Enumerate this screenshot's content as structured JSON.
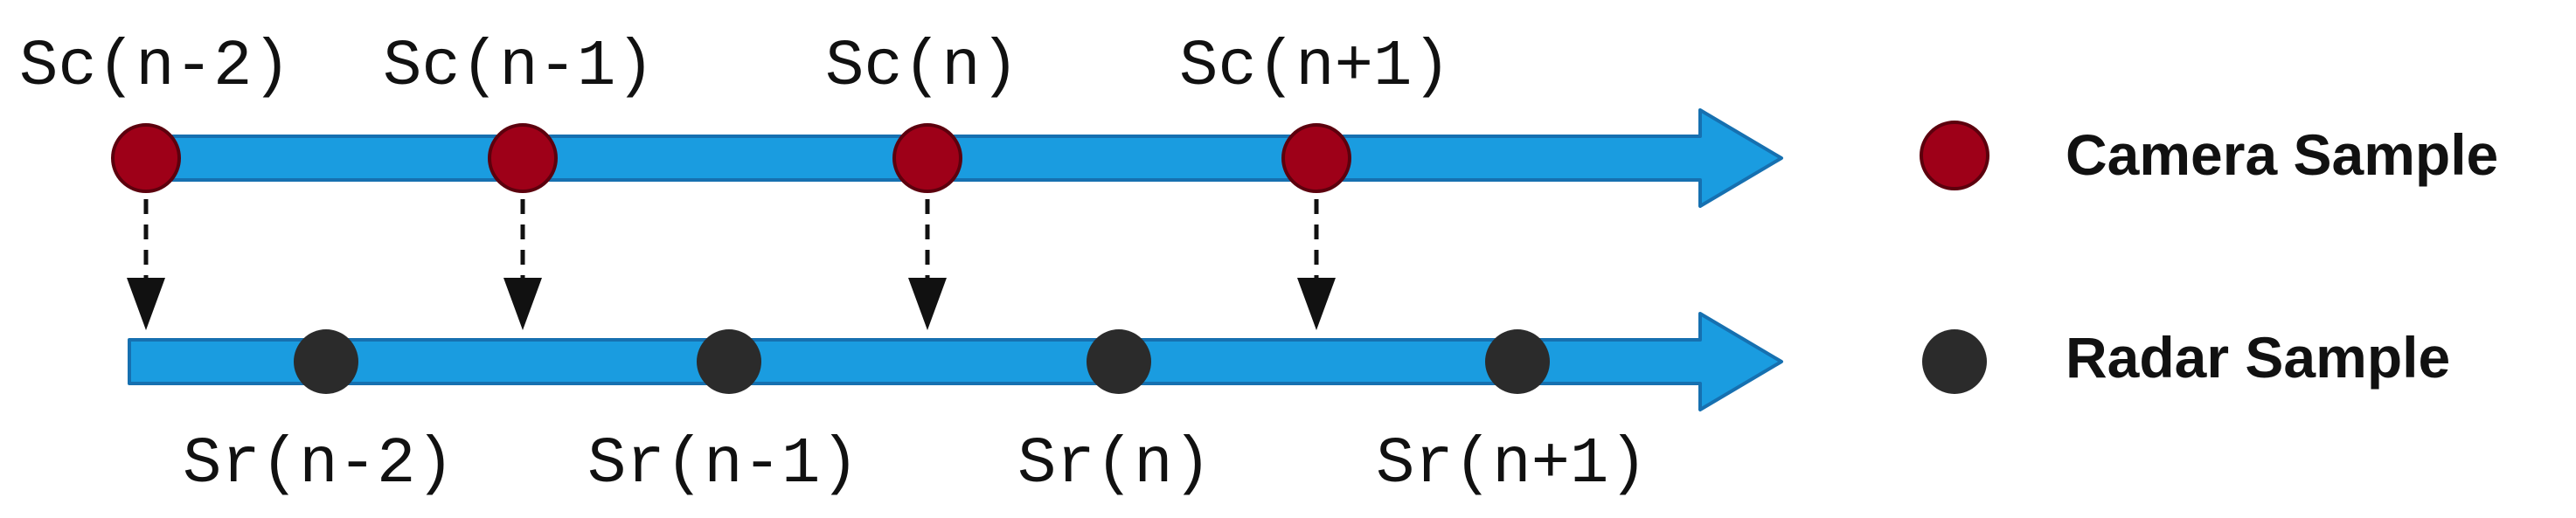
{
  "colors": {
    "timeline_fill": "#1a9ce0",
    "timeline_stroke": "#1670b0",
    "camera_dot": "#9e0018",
    "camera_dot_stroke": "#5c000d",
    "radar_dot": "#2b2b2b",
    "mapping_arrow": "#111111"
  },
  "camera_timeline": {
    "samples": [
      {
        "label": "Sc(n-2)"
      },
      {
        "label": "Sc(n-1)"
      },
      {
        "label": "Sc(n)"
      },
      {
        "label": "Sc(n+1)"
      }
    ]
  },
  "radar_timeline": {
    "samples": [
      {
        "label": "Sr(n-2)"
      },
      {
        "label": "Sr(n-1)"
      },
      {
        "label": "Sr(n)"
      },
      {
        "label": "Sr(n+1)"
      }
    ]
  },
  "legend": {
    "camera_label": "Camera Sample",
    "radar_label": "Radar Sample"
  }
}
